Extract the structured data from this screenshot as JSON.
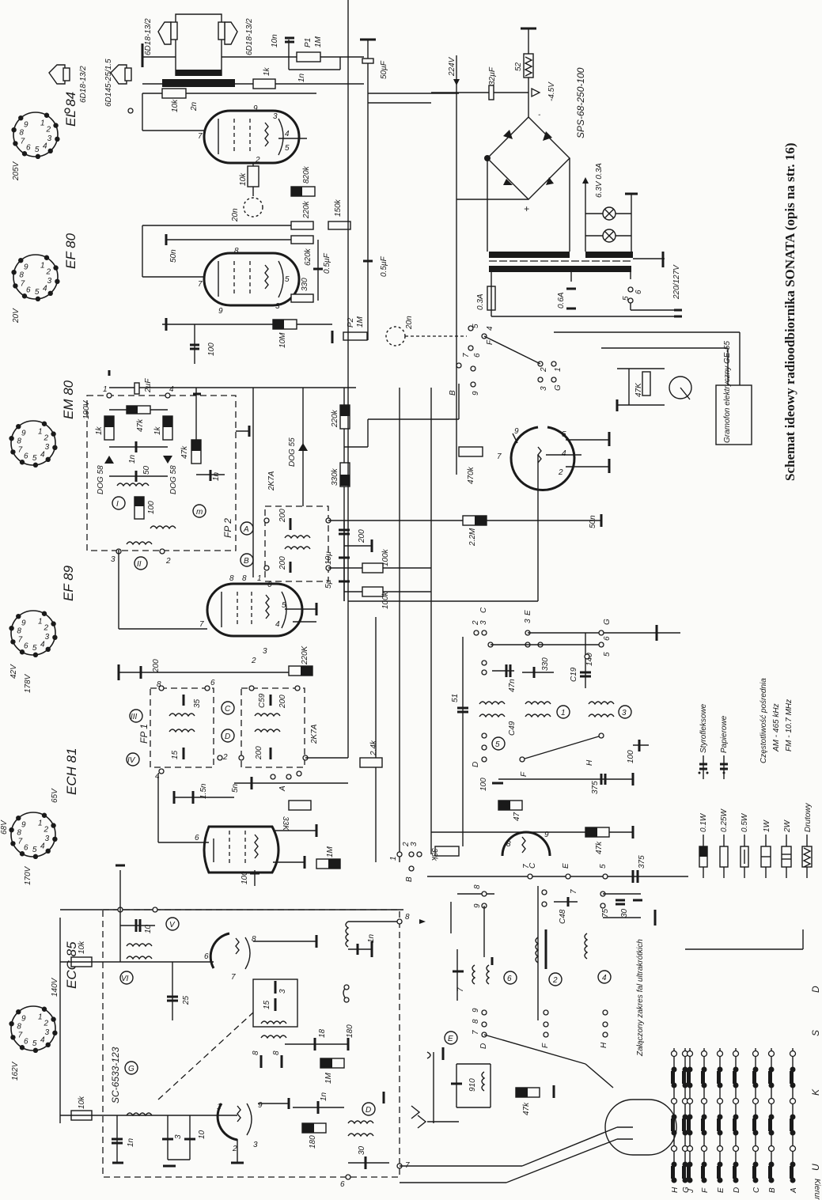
{
  "title": "Schemat ideowy radioodbiornika SONATA (opis na str. 16)",
  "tube_sockets": [
    {
      "tube": "EL 84",
      "voltages": [
        "205V"
      ],
      "pins": [
        "1",
        "2",
        "3",
        "4",
        "5",
        "6",
        "7",
        "8",
        "9"
      ]
    },
    {
      "tube": "EF 80",
      "voltages": [
        "20V"
      ],
      "pins": [
        "1",
        "2",
        "3",
        "4",
        "5",
        "6",
        "7",
        "8",
        "9"
      ]
    },
    {
      "tube": "EM 80",
      "voltages": [
        "190V"
      ],
      "pins": [
        "1",
        "2",
        "3",
        "4",
        "5",
        "6",
        "7",
        "8",
        "9"
      ]
    },
    {
      "tube": "EF 89",
      "voltages": [
        "42V",
        "178V"
      ],
      "pins": [
        "1",
        "2",
        "3",
        "4",
        "5",
        "6",
        "7",
        "8",
        "9"
      ]
    },
    {
      "tube": "ECH 81",
      "voltages": [
        "68V",
        "65V",
        "170V"
      ],
      "pins": [
        "1",
        "2",
        "3",
        "4",
        "5",
        "6",
        "7",
        "8",
        "9"
      ]
    },
    {
      "tube": "ECC 85",
      "voltages": [
        "140V",
        "162V"
      ],
      "pins": [
        "1",
        "2",
        "3",
        "4",
        "5",
        "6",
        "7",
        "8",
        "9"
      ]
    }
  ],
  "speakers": [
    {
      "label": "6D18-13/2"
    },
    {
      "label": "6D18-13/2"
    },
    {
      "label": "6D18-13/2"
    },
    {
      "label": "6D145-25/1.5"
    }
  ],
  "power_supply": {
    "rectifier": "SPS-68-250-100",
    "voltage_hv": "224V",
    "voltage_bias": "-4.5V",
    "resistor": "52",
    "capacitor": "32µF",
    "filter_cap": "50µF",
    "heater": "6.3V 0.3A",
    "fuse_1": "0.3A",
    "fuse_2": "0.6A",
    "mains": "220/127V",
    "plus": "+",
    "minus": "-"
  },
  "output_stage": {
    "labels": [
      "10n",
      "P1",
      "1M",
      "1n",
      "1k",
      "10k",
      "2n",
      "10k",
      "820k",
      "20n",
      "220k",
      "150k",
      "50n",
      "620k",
      "0.5µF",
      "0.5µF",
      "330",
      "10M",
      "100",
      "P2",
      "1M",
      "20n"
    ]
  },
  "detector": {
    "module": "FP 2",
    "diodes": [
      "DOG 58",
      "DOG 58",
      "DOG 55"
    ],
    "labels": [
      "2µF",
      "1k",
      "47k",
      "1k",
      "1n",
      "50",
      "47k",
      "1n",
      "100",
      "220k",
      "330k",
      "470k",
      "2.2M",
      "50n",
      "200",
      "10µ",
      "5µ",
      "2.4k",
      "100k",
      "2K7A",
      "200",
      "200"
    ],
    "circles": [
      "I",
      "II",
      "III",
      "A",
      "B"
    ]
  },
  "if_stage": {
    "module": "FP 1",
    "transformer": "2K7A",
    "labels": [
      "200",
      "220K",
      "35",
      "15",
      "C59",
      "200",
      "200",
      "5n",
      "1.5n",
      "33K",
      "1M",
      "100",
      "2.4k"
    ],
    "circles": [
      "III",
      "IV",
      "C",
      "D"
    ]
  },
  "am_input": {
    "labels": [
      "51",
      "47n",
      "330",
      "C49",
      "C19",
      "140",
      "100",
      "100",
      "47",
      "375",
      "375",
      "47k",
      "33k",
      "10",
      "7",
      "C48",
      "75",
      "30",
      "910",
      "47k"
    ],
    "circles": [
      "1",
      "2",
      "3",
      "4",
      "5",
      "6",
      "E"
    ]
  },
  "fm_tuner": {
    "module": "SC-6533-123",
    "labels": [
      "10k",
      "10k",
      "10",
      "25",
      "3",
      "15",
      "18",
      "180",
      "1n",
      "8",
      "8",
      "1M",
      "1n",
      "3",
      "10",
      "1n",
      "180",
      "30"
    ],
    "circles": [
      "V",
      "VI",
      "G",
      "D"
    ]
  },
  "gramophone": {
    "label": "Gramofon elektryczny GE-55",
    "resistor": "47K"
  },
  "switch_contacts": [
    "A",
    "B",
    "C",
    "D",
    "E",
    "F",
    "G",
    "H",
    "J"
  ],
  "switch_groups": [
    "U",
    "K",
    "S",
    "D"
  ],
  "switch_direction": "Kierunek włączania",
  "fm_note": "Załączony zakres fal ultrakrótkich",
  "legend": {
    "resistors": [
      {
        "rating": "0.1W"
      },
      {
        "rating": "0.25W"
      },
      {
        "rating": "0.5W"
      },
      {
        "rating": "1W"
      },
      {
        "rating": "2W"
      },
      {
        "rating": "Drutowy"
      }
    ],
    "capacitors": [
      {
        "type": "Styrofleksowe"
      },
      {
        "type": "Papierowe"
      }
    ],
    "if_frequency_title": "Częstotliwość pośrednia",
    "if_am": "AM - 465 kHz",
    "if_fm": "FM - 10.7 MHz"
  }
}
